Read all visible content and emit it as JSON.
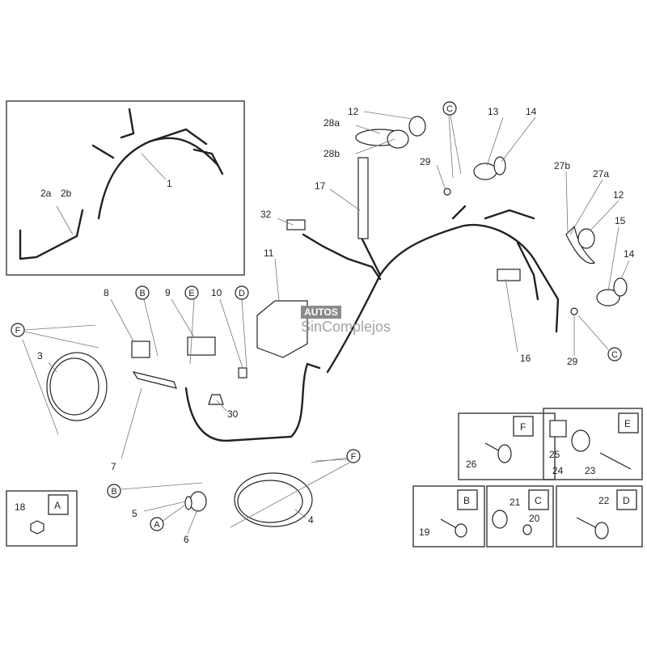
{
  "diagram": {
    "callouts": [
      "1",
      "2a",
      "2b",
      "12",
      "28a",
      "28b",
      "13",
      "14",
      "29",
      "17",
      "27b",
      "27a",
      "12",
      "15",
      "14",
      "32",
      "11",
      "8",
      "9",
      "10",
      "3",
      "16",
      "29",
      "30",
      "7",
      "5",
      "6",
      "4"
    ],
    "ref_letters": [
      "C",
      "B",
      "E",
      "D",
      "F",
      "C",
      "F",
      "B",
      "A"
    ],
    "detail_boxes": {
      "A": {
        "letter": "A",
        "parts": [
          "18"
        ]
      },
      "F": {
        "letter": "F",
        "parts": [
          "26"
        ]
      },
      "E": {
        "letter": "E",
        "parts": [
          "25",
          "24",
          "23"
        ]
      },
      "B": {
        "letter": "B",
        "parts": [
          "19"
        ]
      },
      "C": {
        "letter": "C",
        "parts": [
          "21",
          "20"
        ]
      },
      "D": {
        "letter": "D",
        "parts": [
          "22"
        ]
      }
    }
  },
  "watermark": {
    "badge": "AUTOS",
    "text": "SinComplejos"
  }
}
